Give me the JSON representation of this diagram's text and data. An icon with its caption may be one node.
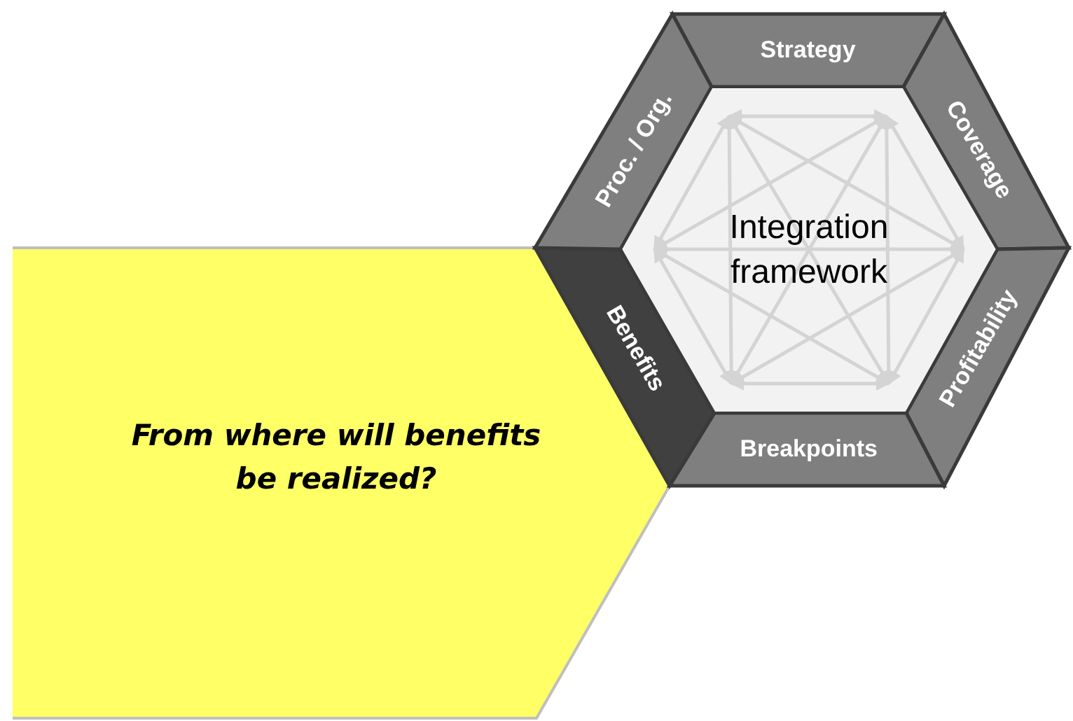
{
  "diagram": {
    "nodes": [
      {
        "text": [
          "Strategy"
        ]
      },
      {
        "text": [
          "Coverage"
        ]
      },
      {
        "text": [
          "Profitability"
        ]
      },
      {
        "text": [
          "Breakpoints"
        ]
      },
      {
        "text": [
          "Benefits"
        ]
      },
      {
        "text": [
          "Proc. / Org."
        ]
      },
      {
        "text": [
          "Integration framework"
        ]
      },
      {
        "text": [
          "From where will benefits be realized?"
        ]
      }
    ]
  }
}
